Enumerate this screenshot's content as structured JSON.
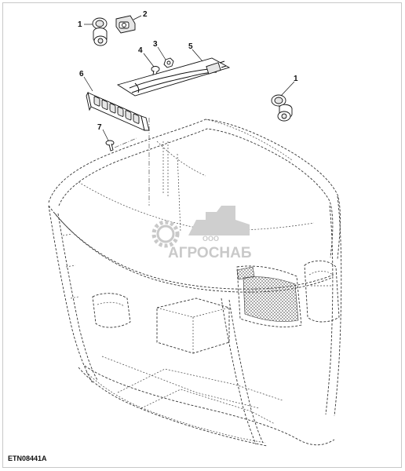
{
  "figure": {
    "id": "ETN08441A",
    "callouts": [
      "1",
      "2",
      "3",
      "4",
      "5",
      "6",
      "7",
      "1"
    ]
  },
  "watermark": {
    "company_prefix": "ООО",
    "company_name": "АГРОСНАБ"
  },
  "colors": {
    "line": "#111111",
    "watermark": "#c9c9c9",
    "background": "#ffffff"
  }
}
